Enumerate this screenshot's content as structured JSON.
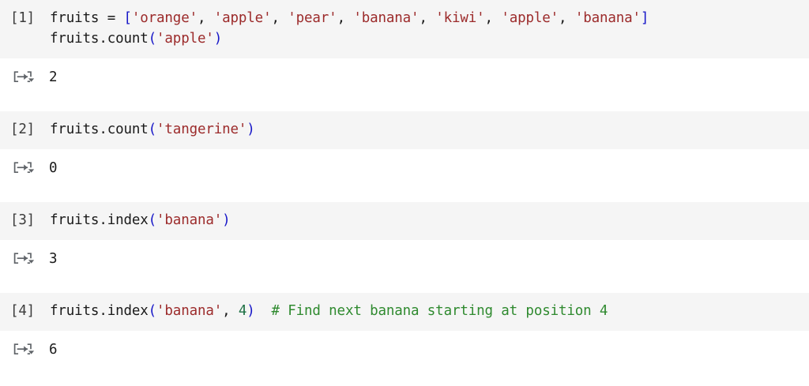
{
  "notebook": {
    "style": {
      "code_cell_bg": "#f5f5f5",
      "output_bg": "#ffffff",
      "text_color": "#1a1a1a",
      "string_color": "#9c2b2b",
      "punct_color": "#1717c8",
      "number_color": "#1d7044",
      "comment_color": "#2f8a2f",
      "prompt_color": "#3c3c3c"
    },
    "cells": [
      {
        "prompt": "[1]",
        "lines": [
          [
            {
              "t": "fruits = ",
              "c": "plain"
            },
            {
              "t": "[",
              "c": "punct"
            },
            {
              "t": "'orange'",
              "c": "str"
            },
            {
              "t": ", ",
              "c": "plain"
            },
            {
              "t": "'apple'",
              "c": "str"
            },
            {
              "t": ", ",
              "c": "plain"
            },
            {
              "t": "'pear'",
              "c": "str"
            },
            {
              "t": ", ",
              "c": "plain"
            },
            {
              "t": "'banana'",
              "c": "str"
            },
            {
              "t": ", ",
              "c": "plain"
            },
            {
              "t": "'kiwi'",
              "c": "str"
            },
            {
              "t": ", ",
              "c": "plain"
            },
            {
              "t": "'apple'",
              "c": "str"
            },
            {
              "t": ", ",
              "c": "plain"
            },
            {
              "t": "'banana'",
              "c": "str"
            },
            {
              "t": "]",
              "c": "punct"
            }
          ],
          [
            {
              "t": "fruits.count",
              "c": "plain"
            },
            {
              "t": "(",
              "c": "punct"
            },
            {
              "t": "'apple'",
              "c": "str"
            },
            {
              "t": ")",
              "c": "punct"
            }
          ]
        ],
        "output": "2",
        "output_icon": "output-arrow-icon"
      },
      {
        "prompt": "[2]",
        "lines": [
          [
            {
              "t": "fruits.count",
              "c": "plain"
            },
            {
              "t": "(",
              "c": "punct"
            },
            {
              "t": "'tangerine'",
              "c": "str"
            },
            {
              "t": ")",
              "c": "punct"
            }
          ]
        ],
        "output": "0",
        "output_icon": "output-arrow-icon"
      },
      {
        "prompt": "[3]",
        "lines": [
          [
            {
              "t": "fruits.index",
              "c": "plain"
            },
            {
              "t": "(",
              "c": "punct"
            },
            {
              "t": "'banana'",
              "c": "str"
            },
            {
              "t": ")",
              "c": "punct"
            }
          ]
        ],
        "output": "3",
        "output_icon": "output-arrow-icon"
      },
      {
        "prompt": "[4]",
        "lines": [
          [
            {
              "t": "fruits.index",
              "c": "plain"
            },
            {
              "t": "(",
              "c": "punct"
            },
            {
              "t": "'banana'",
              "c": "str"
            },
            {
              "t": ", ",
              "c": "plain"
            },
            {
              "t": "4",
              "c": "num"
            },
            {
              "t": ")",
              "c": "punct"
            },
            {
              "t": "  ",
              "c": "plain"
            },
            {
              "t": "# Find next banana starting at position 4",
              "c": "cmt"
            }
          ]
        ],
        "output": "6",
        "output_icon": "output-arrow-icon"
      }
    ]
  }
}
